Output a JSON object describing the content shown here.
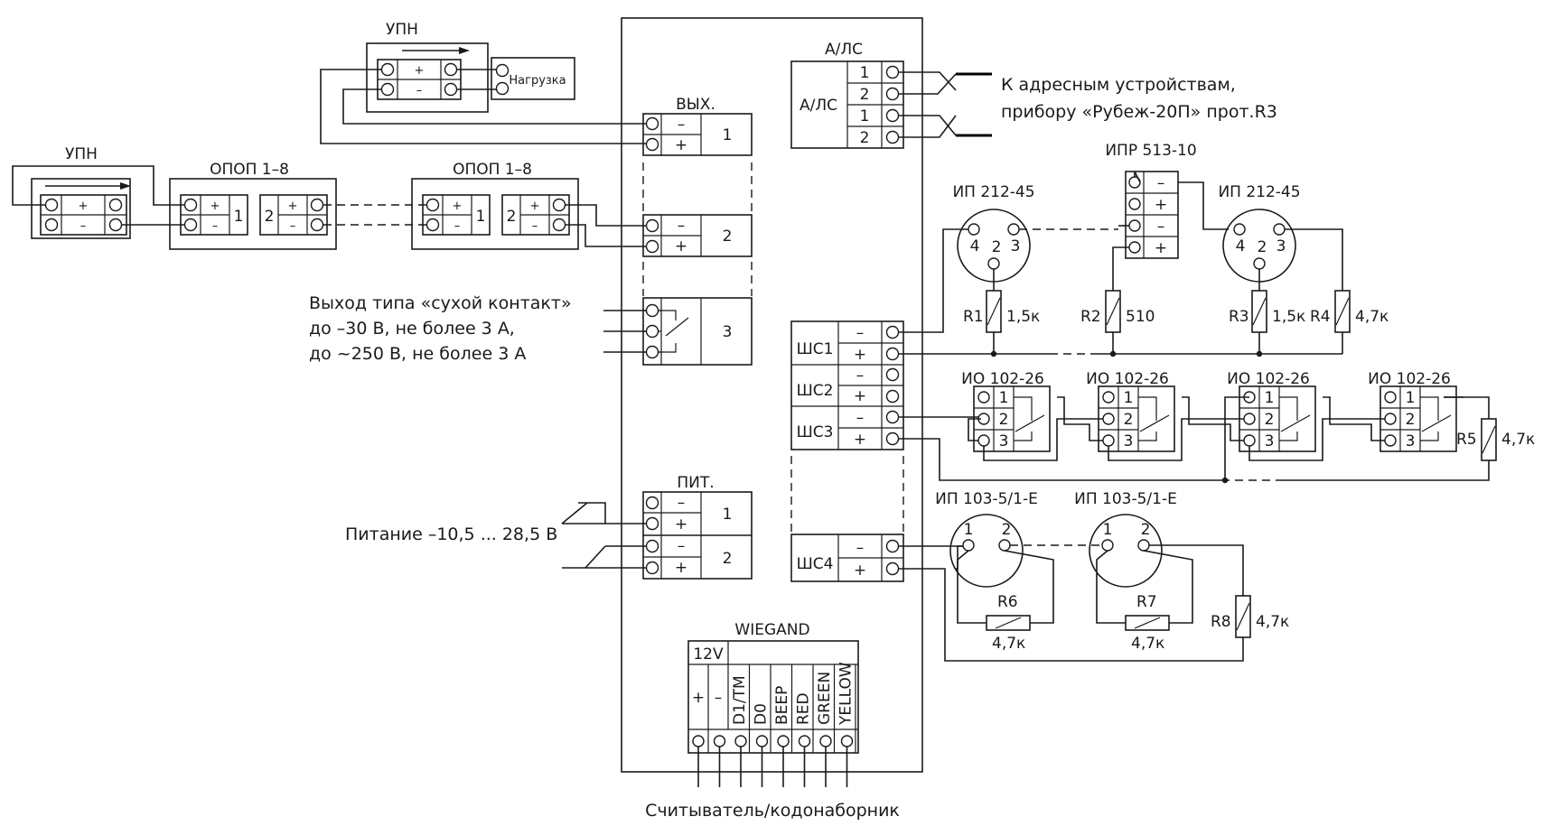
{
  "upn_top": {
    "title": "УПН",
    "plus": "+",
    "minus": "–"
  },
  "load_label": "Нагрузка",
  "upn_left": {
    "title": "УПН",
    "plus": "+",
    "minus": "–"
  },
  "opop1": {
    "title": "ОПОП 1–8",
    "n1": "1",
    "n2": "2",
    "plus": "+",
    "minus": "–"
  },
  "opop2": {
    "title": "ОПОП 1–8",
    "n1": "1",
    "n2": "2",
    "plus": "+",
    "minus": "–"
  },
  "vyh": {
    "title": "ВЫХ.",
    "minus": "–",
    "plus": "+",
    "n1": "1",
    "n2": "2",
    "n3": "3"
  },
  "dry_contact": {
    "line1": "Выход типа «сухой контакт»",
    "line2": "до –30 В, не более 3 А,",
    "line3": "до ~250 В, не более 3 А"
  },
  "pit": {
    "title": "ПИТ.",
    "minus": "–",
    "plus": "+",
    "n1": "1",
    "n2": "2"
  },
  "power_label": "Питание –10,5 ... 28,5 В",
  "als": {
    "title": "А/ЛС",
    "side": "А/ЛС",
    "n1": "1",
    "n2": "2",
    "n3": "1",
    "n4": "2"
  },
  "address_text": {
    "line1": "К адресным устройствам,",
    "line2": "прибору «Рубеж-20П» прот.R3"
  },
  "shs": {
    "s1": "ШС1",
    "s2": "ШС2",
    "s3": "ШС3",
    "s4": "ШС4",
    "minus": "–",
    "plus": "+"
  },
  "ip212_a": {
    "title": "ИП 212-45",
    "p4": "4",
    "p2": "2",
    "p3": "3"
  },
  "ipr": {
    "title": "ИПР 513-10",
    "minus": "–",
    "plus": "+"
  },
  "ip212_b": {
    "title": "ИП 212-45",
    "p4": "4",
    "p2": "2",
    "p3": "3"
  },
  "resistors": {
    "r1": "R1",
    "r1v": "1,5к",
    "r2": "R2",
    "r2v": "510",
    "r3": "R3",
    "r3v": "1,5к",
    "r4": "R4",
    "r4v": "4,7к",
    "r5": "R5",
    "r5v": "4,7к",
    "r6": "R6",
    "r6v": "4,7к",
    "r7": "R7",
    "r7v": "4,7к",
    "r8": "R8",
    "r8v": "4,7к"
  },
  "io102": {
    "title": "ИО 102-26",
    "p1": "1",
    "p2": "2",
    "p3": "3"
  },
  "ip103": {
    "title": "ИП 103-5/1-Е",
    "p1": "1",
    "p2": "2"
  },
  "wiegand": {
    "title": "WIEGAND",
    "v12": "12V",
    "plus": "+",
    "minus": "–",
    "pins": [
      "D1/TM",
      "D0",
      "BEEP",
      "RED",
      "GREEN",
      "YELLOW"
    ]
  },
  "reader_label": "Считыватель/кодонаборник"
}
